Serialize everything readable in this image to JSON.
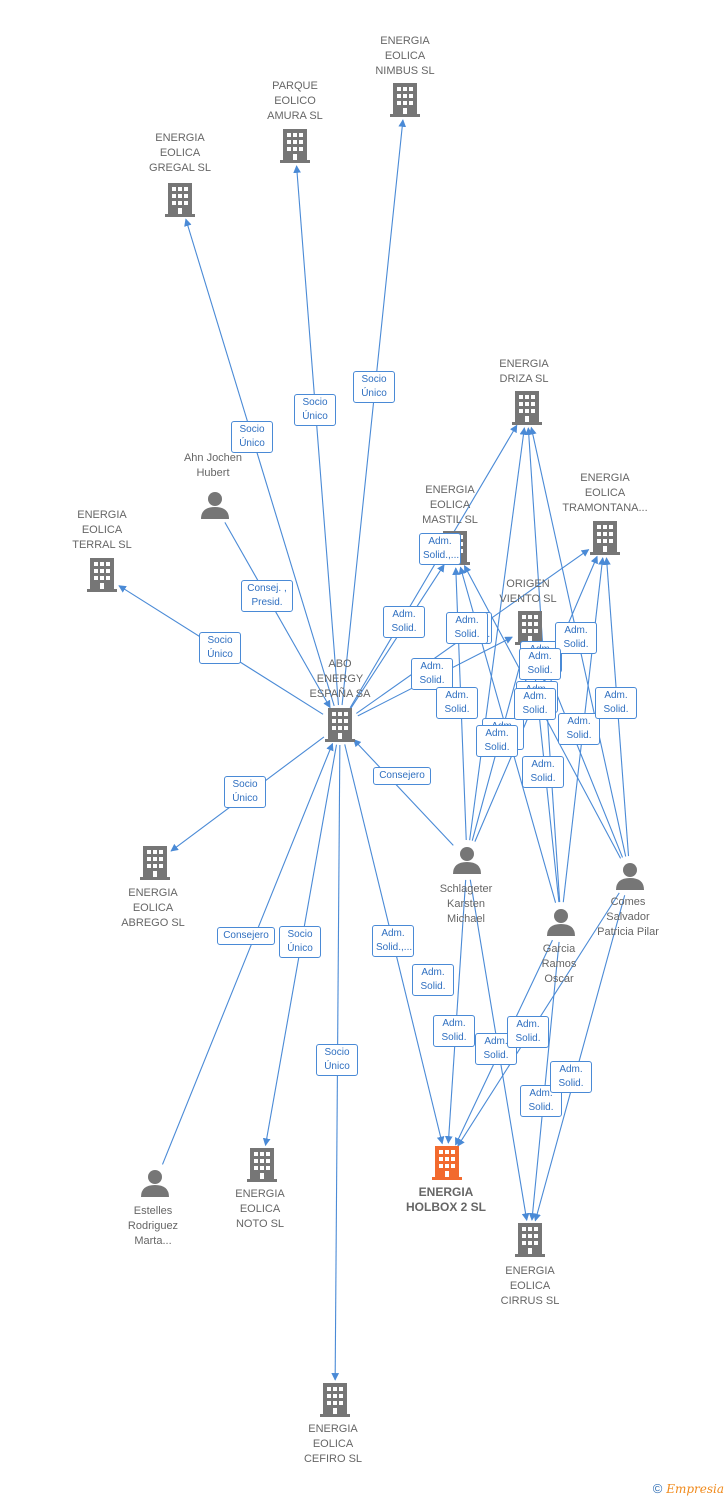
{
  "colors": {
    "edge": "#4a8ad6",
    "company": "#767676",
    "focus": "#f26a2e",
    "person": "#767676"
  },
  "nodes": {
    "nimbus": {
      "type": "company",
      "label": "ENERGIA\nEOLICA\nNIMBUS SL"
    },
    "amura": {
      "type": "company",
      "label": "PARQUE\nEOLICO\nAMURA SL"
    },
    "gregal": {
      "type": "company",
      "label": "ENERGIA\nEOLICA\nGREGAL SL"
    },
    "driza": {
      "type": "company",
      "label": "ENERGIA\nDRIZA SL"
    },
    "tramontana": {
      "type": "company",
      "label": "ENERGIA\nEOLICA\nTRAMONTANA..."
    },
    "mastil": {
      "type": "company",
      "label": "ENERGIA\nEOLICA\nMASTIL SL"
    },
    "origen": {
      "type": "company",
      "label": "ORIGEN\nVIENTO SL"
    },
    "terral": {
      "type": "company",
      "label": "ENERGIA\nEOLICA\nTERRAL SL"
    },
    "abo": {
      "type": "company",
      "label": "ABO\nENERGY\nESPAÑA SA"
    },
    "ahn": {
      "type": "person",
      "label": "Ahn Jochen\nHubert"
    },
    "abrego": {
      "type": "company",
      "label": "ENERGIA\nEOLICA\nABREGO SL"
    },
    "schlageter": {
      "type": "person",
      "label": "Schlageter\nKarsten\nMichael"
    },
    "comes": {
      "type": "person",
      "label": "Comes\nSalvador\nPatricia Pilar"
    },
    "garcia": {
      "type": "person",
      "label": "Garcia\nRamos\nOscar"
    },
    "estelles": {
      "type": "person",
      "label": "Estelles\nRodriguez\nMarta..."
    },
    "noto": {
      "type": "company",
      "label": "ENERGIA\nEOLICA\nNOTO SL"
    },
    "holbox": {
      "type": "focus",
      "label": "ENERGIA\nHOLBOX 2 SL"
    },
    "cirrus": {
      "type": "company",
      "label": "ENERGIA\nEOLICA\nCIRRUS SL"
    },
    "cefiro": {
      "type": "company",
      "label": "ENERGIA\nEOLICA\nCEFIRO SL"
    }
  },
  "edges": [
    {
      "from": "abo",
      "to": "nimbus",
      "label": "Socio\nÚnico"
    },
    {
      "from": "abo",
      "to": "amura",
      "label": "Socio\nÚnico"
    },
    {
      "from": "abo",
      "to": "gregal",
      "label": "Socio\nÚnico"
    },
    {
      "from": "abo",
      "to": "terral",
      "label": "Socio\nÚnico"
    },
    {
      "from": "abo",
      "to": "abrego",
      "label": "Socio\nÚnico"
    },
    {
      "from": "abo",
      "to": "noto",
      "label": "Socio\nÚnico"
    },
    {
      "from": "abo",
      "to": "cefiro",
      "label": "Socio\nÚnico"
    },
    {
      "from": "ahn",
      "to": "abo",
      "label": "Consej. ,\nPresid."
    },
    {
      "from": "schlageter",
      "to": "abo",
      "label": "Consejero"
    },
    {
      "from": "estelles",
      "to": "abo",
      "label": "Consejero"
    },
    {
      "from": "abo",
      "to": "mastil",
      "label": "Adm.\nSolid."
    },
    {
      "from": "abo",
      "to": "driza",
      "label": "Adm.\nSolid.,..."
    },
    {
      "from": "abo",
      "to": "origen",
      "label": "Adm.\nSolid."
    },
    {
      "from": "abo",
      "to": "tramontana",
      "label": "Adm.\nSolid.,..."
    },
    {
      "from": "abo",
      "to": "holbox",
      "label": "Adm.\nSolid.,..."
    },
    {
      "from": "schlageter",
      "to": "mastil",
      "label": "Adm.\nSolid."
    },
    {
      "from": "schlageter",
      "to": "driza",
      "label": "Adm.\nSolid."
    },
    {
      "from": "schlageter",
      "to": "origen",
      "label": "Adm.\nSolid."
    },
    {
      "from": "schlageter",
      "to": "tramontana",
      "label": "Adm.\nSolid."
    },
    {
      "from": "schlageter",
      "to": "holbox",
      "label": "Adm.\nSolid."
    },
    {
      "from": "schlageter",
      "to": "cirrus",
      "label": "Adm.\nSolid."
    },
    {
      "from": "garcia",
      "to": "mastil",
      "label": "Adm.\nSolid."
    },
    {
      "from": "garcia",
      "to": "driza",
      "label": "Adm.\nSolid."
    },
    {
      "from": "garcia",
      "to": "origen",
      "label": "Adm.\nSolid."
    },
    {
      "from": "garcia",
      "to": "tramontana",
      "label": "Adm.\nSolid."
    },
    {
      "from": "garcia",
      "to": "holbox",
      "label": "Adm.\nSolid."
    },
    {
      "from": "garcia",
      "to": "cirrus",
      "label": "Adm.\nSolid."
    },
    {
      "from": "comes",
      "to": "mastil",
      "label": "Adm.\nSolid."
    },
    {
      "from": "comes",
      "to": "driza",
      "label": "Adm.\nSolid."
    },
    {
      "from": "comes",
      "to": "origen",
      "label": "Adm.\nSolid."
    },
    {
      "from": "comes",
      "to": "tramontana",
      "label": "Adm.\nSolid."
    },
    {
      "from": "comes",
      "to": "holbox",
      "label": "Adm.\nSolid."
    },
    {
      "from": "comes",
      "to": "cirrus",
      "label": "Adm.\nSolid."
    }
  ],
  "footer": {
    "copyright": "©",
    "brand": "Empresia"
  }
}
